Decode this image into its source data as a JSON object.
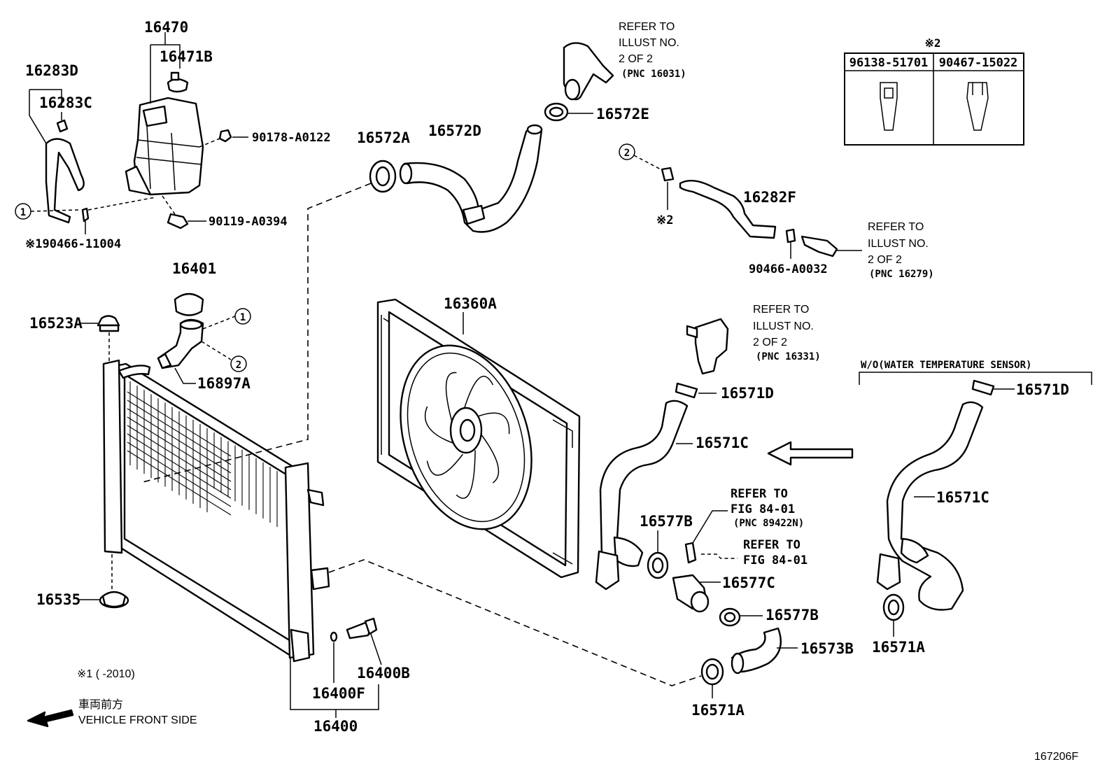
{
  "diagram_id": "167206F",
  "vehicle_front": {
    "jp": "車両前方",
    "en": "VEHICLE FRONT SIDE"
  },
  "footnote_1": "※1 (      -2010)",
  "table": {
    "title": "※2",
    "columns": [
      "96138-51701",
      "90467-15022"
    ]
  },
  "variant_label": "W/O(WATER TEMPERATURE SENSOR)",
  "callouts": {
    "one": "1",
    "two": "2"
  },
  "parts": {
    "p16470": "16470",
    "p16471B": "16471B",
    "p16283D": "16283D",
    "p16283C": "16283C",
    "p90178": "90178-A0122",
    "p90119": "90119-A0394",
    "p90466_11004": "※190466-11004",
    "p16401": "16401",
    "p16523A": "16523A",
    "p16897A": "16897A",
    "p16535": "16535",
    "p16400": "16400",
    "p16400F": "16400F",
    "p16400B": "16400B",
    "p16572A": "16572A",
    "p16572D": "16572D",
    "p16572E": "16572E",
    "p16282F": "16282F",
    "p90466_A0032": "90466-A0032",
    "mark2": "※2",
    "p16360A": "16360A",
    "p16571D_a": "16571D",
    "p16571C_a": "16571C",
    "p16577B_a": "16577B",
    "p16577C": "16577C",
    "p16577B_b": "16577B",
    "p16573B": "16573B",
    "p16571A_a": "16571A",
    "p16571D_b": "16571D",
    "p16571C_b": "16571C",
    "p16571A_b": "16571A"
  },
  "refs": {
    "ref1": [
      "REFER TO",
      "ILLUST NO.",
      "2 OF 2",
      "(PNC 16031)"
    ],
    "ref2": [
      "REFER TO",
      "ILLUST NO.",
      "2 OF 2",
      "(PNC 16279)"
    ],
    "ref3": [
      "REFER TO",
      "ILLUST NO.",
      "2 OF 2",
      "(PNC 16331)"
    ],
    "ref4": [
      "REFER TO",
      "FIG 84-01",
      "(PNC 89422N)"
    ],
    "ref5": [
      "REFER TO",
      "FIG 84-01"
    ]
  }
}
